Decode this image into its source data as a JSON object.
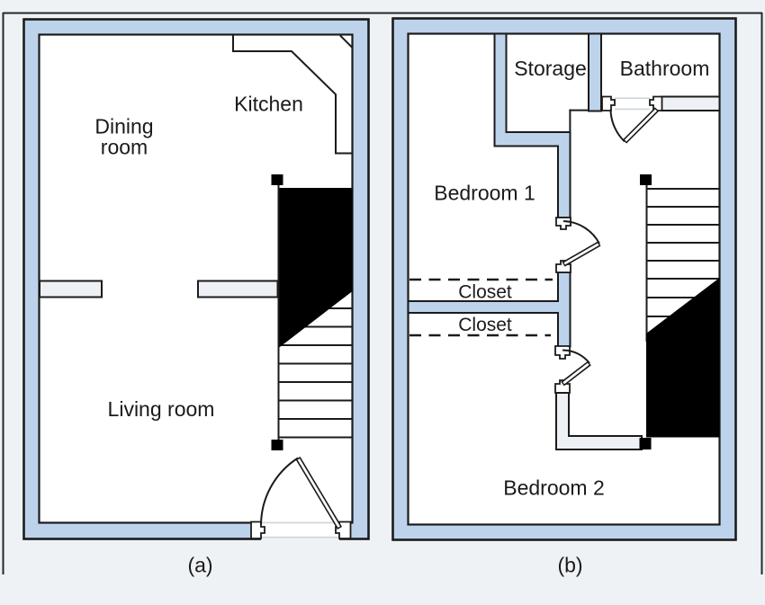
{
  "figure": {
    "colors": {
      "wall_blue": "#bdd3ec",
      "wall_light": "#edf1f5",
      "floor": "#ffffff",
      "background": "#eef2f4",
      "outline": "#1b1b1b",
      "stair_void": "#000000",
      "threshold": "#ccd5dc",
      "text": "#1a1a1a"
    },
    "panel_a": {
      "caption": "(a)",
      "labels": {
        "dining_line1": "Dining",
        "dining_line2": "room",
        "kitchen": "Kitchen",
        "living_room": "Living room"
      }
    },
    "panel_b": {
      "caption": "(b)",
      "labels": {
        "storage": "Storage",
        "bathroom": "Bathroom",
        "bedroom_1": "Bedroom 1",
        "closet_1": "Closet",
        "closet_2": "Closet",
        "bedroom_2": "Bedroom 2"
      }
    }
  }
}
